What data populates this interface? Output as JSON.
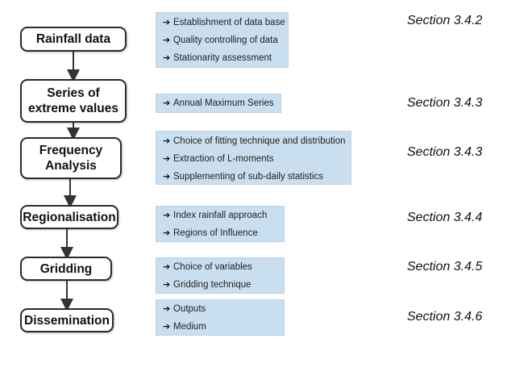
{
  "steps": [
    {
      "label": "Rainfall data",
      "details": [
        "Establishment of data base",
        "Quality controlling of data",
        "Stationarity assessment"
      ],
      "section": "Section 3.4.2"
    },
    {
      "label": "Series of\nextreme values",
      "details": [
        "Annual Maximum Series"
      ],
      "section": "Section 3.4.3"
    },
    {
      "label": "Frequency\nAnalysis",
      "details": [
        "Choice of fitting technique and distribution",
        "Extraction of L-moments",
        "Supplementing of sub-daily statistics"
      ],
      "section": "Section 3.4.3"
    },
    {
      "label": "Regionalisation",
      "details": [
        "Index rainfall approach",
        "Regions of Influence"
      ],
      "section": "Section 3.4.4"
    },
    {
      "label": "Gridding",
      "details": [
        "Choice of variables",
        "Gridding technique"
      ],
      "section": "Section 3.4.5"
    },
    {
      "label": "Dissemination",
      "details": [
        "Outputs",
        "Medium"
      ],
      "section": "Section 3.4.6"
    }
  ],
  "colors": {
    "panel": "#c9dfef",
    "box_border": "#2b2b2b",
    "arrow": "#333333"
  },
  "icons": {
    "bullet": "right-arrow-icon",
    "connector": "down-arrow-icon"
  }
}
